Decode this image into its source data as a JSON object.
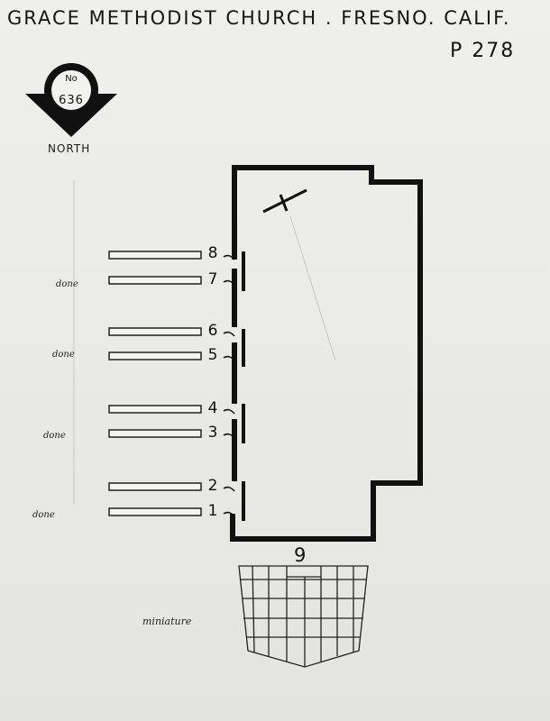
{
  "header": {
    "title": "GRACE METHODIST CHURCH . FRESNO. CALIF.",
    "page_ref": "P 278"
  },
  "north_badge": {
    "prefix": "No",
    "number": "636",
    "label": "NORTH"
  },
  "windows": [
    {
      "label": "8"
    },
    {
      "label": "7"
    },
    {
      "label": "6"
    },
    {
      "label": "5"
    },
    {
      "label": "4"
    },
    {
      "label": "3"
    },
    {
      "label": "2"
    },
    {
      "label": "1"
    }
  ],
  "side_notes": [
    "done",
    "done",
    "done",
    "done"
  ],
  "bottom": {
    "label": "9",
    "note": "miniature"
  }
}
